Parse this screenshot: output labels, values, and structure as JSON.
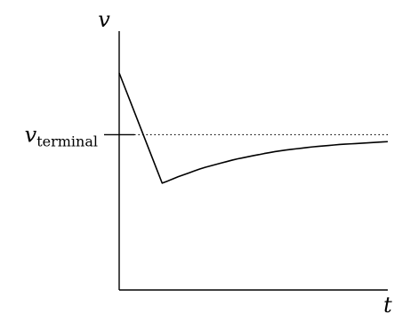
{
  "chart_data": {
    "type": "line",
    "title": "",
    "xlabel": "t",
    "ylabel": "v",
    "xlim": [
      0,
      10
    ],
    "ylim": [
      0,
      10
    ],
    "grid": false,
    "annotations": {
      "reference_line": {
        "label_main": "v",
        "label_sub": "terminal",
        "y": 6.1,
        "style": "dotted"
      }
    },
    "series": [
      {
        "x": [
          0,
          0.2,
          0.4,
          0.6,
          0.8,
          1.0,
          1.2,
          1.4,
          1.6,
          1.8,
          2.0,
          2.2,
          2.4,
          2.6,
          2.8,
          3.0,
          3.2,
          3.4,
          3.6,
          3.8,
          4.0,
          4.2,
          4.4,
          4.6,
          4.8,
          5.0,
          5.2,
          5.4,
          5.6,
          5.8,
          6.0,
          6.2,
          6.4,
          6.6,
          6.8,
          7.0,
          7.2,
          7.4,
          7.6,
          7.8,
          8.0,
          8.2,
          8.4,
          8.6,
          8.8,
          9.0,
          9.2,
          9.4,
          9.6,
          9.8,
          10.0
        ],
        "y": [
          10.0,
          9.13,
          8.26,
          7.39,
          6.52,
          5.65,
          4.78,
          3.91,
          3.04,
          3.17,
          3.31,
          3.45,
          3.57,
          3.69,
          3.81,
          3.93,
          4.04,
          4.13,
          4.22,
          4.31,
          4.4,
          4.49,
          4.57,
          4.64,
          4.71,
          4.78,
          4.84,
          4.91,
          4.97,
          5.03,
          5.08,
          5.13,
          5.17,
          5.21,
          5.25,
          5.29,
          5.33,
          5.36,
          5.39,
          5.42,
          5.45,
          5.48,
          5.5,
          5.52,
          5.54,
          5.56,
          5.58,
          5.6,
          5.62,
          5.64,
          5.66
        ]
      }
    ]
  }
}
